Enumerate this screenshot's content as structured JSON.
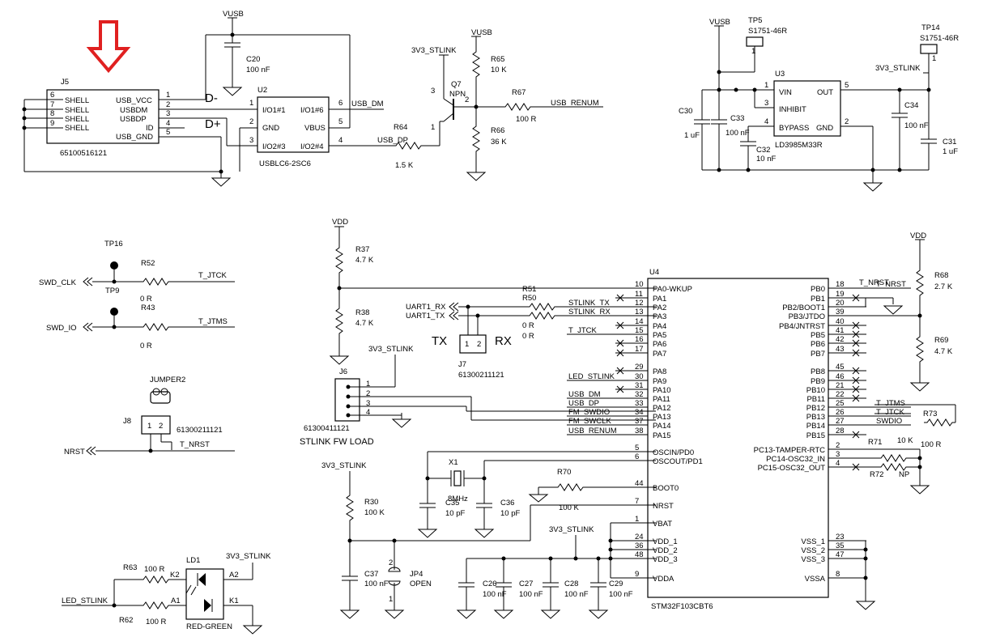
{
  "power": {
    "vusb": "VUSB",
    "vdd": "VDD",
    "v3v3": "3V3_STLINK"
  },
  "j5": {
    "ref": "J5",
    "part": "65100516121",
    "left_pins": [
      {
        "num": "6",
        "name": "SHELL"
      },
      {
        "num": "7",
        "name": "SHELL"
      },
      {
        "num": "8",
        "name": "SHELL"
      },
      {
        "num": "9",
        "name": "SHELL"
      }
    ],
    "right_pins": [
      {
        "num": "1",
        "name": "USB_VCC"
      },
      {
        "num": "2",
        "name": "USBDM"
      },
      {
        "num": "3",
        "name": "USBDP"
      },
      {
        "num": "4",
        "name": "ID"
      },
      {
        "num": "5",
        "name": "USB_GND"
      }
    ],
    "d_minus": "D-",
    "d_plus": "D+"
  },
  "u2": {
    "ref": "U2",
    "part": "USBLC6-2SC6",
    "pins": [
      {
        "num": "1",
        "name": "I/O1#1"
      },
      {
        "num": "2",
        "name": "GND"
      },
      {
        "num": "3",
        "name": "I/O2#3"
      },
      {
        "num": "6",
        "name": "I/O1#6"
      },
      {
        "num": "5",
        "name": "VBUS"
      },
      {
        "num": "4",
        "name": "I/O2#4"
      }
    ]
  },
  "c20": {
    "ref": "C20",
    "value": "100 nF"
  },
  "nets": {
    "usb_dm": "USB_DM",
    "usb_dp": "USB_DP",
    "usb_renum": "USB_RENUM",
    "t_nrst": "T_NRST",
    "t_jtck": "T_JTCK",
    "t_jtms": "T_JTMS",
    "swclk": "SWD_CLK",
    "swio": "SWD_IO",
    "nrst": "NRST",
    "led": "LED_STLINK",
    "uart_rx": "UART1_RX",
    "uart_tx": "UART1_TX"
  },
  "r64": {
    "ref": "R64",
    "value": "1.5 K"
  },
  "q7": {
    "ref": "Q7",
    "type": "NPN",
    "pins": [
      "3",
      "1",
      "2"
    ]
  },
  "r65": {
    "ref": "R65",
    "value": "10 K"
  },
  "r66": {
    "ref": "R66",
    "value": "36 K"
  },
  "r67": {
    "ref": "R67",
    "value": "100 R"
  },
  "tp5": {
    "ref": "TP5",
    "part": "S1751-46R",
    "pin": "1"
  },
  "tp14": {
    "ref": "TP14",
    "part": "S1751-46R",
    "pin": "1"
  },
  "u3": {
    "ref": "U3",
    "part": "LD3985M33R",
    "pins": [
      {
        "num": "1",
        "name": "VIN"
      },
      {
        "num": "3",
        "name": "INHIBIT"
      },
      {
        "num": "4",
        "name": "BYPASS"
      },
      {
        "num": "5",
        "name": "OUT"
      },
      {
        "num": "2",
        "name": "GND"
      }
    ]
  },
  "c30": {
    "ref": "C30",
    "value": "1 uF"
  },
  "c33": {
    "ref": "C33",
    "value": "100 nF"
  },
  "c32": {
    "ref": "C32",
    "value": "10 nF"
  },
  "c34": {
    "ref": "C34",
    "value": "100 nF"
  },
  "c31": {
    "ref": "C31",
    "value": "1 uF"
  },
  "tp16": {
    "ref": "TP16"
  },
  "tp9": {
    "ref": "TP9"
  },
  "r52": {
    "ref": "R52",
    "value": "0 R"
  },
  "r43": {
    "ref": "R43",
    "value": "0 R"
  },
  "jumper2": {
    "ref": "JUMPER2"
  },
  "j8": {
    "ref": "J8",
    "part": "61300211121",
    "pins": [
      "1",
      "2"
    ]
  },
  "r37": {
    "ref": "R37",
    "value": "4.7 K"
  },
  "r38": {
    "ref": "R38",
    "value": "4.7 K"
  },
  "r51": {
    "ref": "R51",
    "value": "0 R"
  },
  "r50": {
    "ref": "R50",
    "value": "0 R"
  },
  "tx": "TX",
  "rx": "RX",
  "j7": {
    "ref": "J7",
    "part": "61300211121",
    "pins": [
      "1",
      "2"
    ]
  },
  "j6": {
    "ref": "J6",
    "part": "61300411121",
    "caption": "STLINK FW LOAD",
    "pins": [
      "1",
      "2",
      "3",
      "4"
    ]
  },
  "x1": {
    "ref": "X1",
    "value": "8MHz"
  },
  "c35": {
    "ref": "C35",
    "value": "10 pF"
  },
  "c36": {
    "ref": "C36",
    "value": "10 pF"
  },
  "r70": {
    "ref": "R70",
    "value": "100 K"
  },
  "r30": {
    "ref": "R30",
    "value": "100 K"
  },
  "c37": {
    "ref": "C37",
    "value": "100 nF"
  },
  "jp4": {
    "ref": "JP4",
    "value": "OPEN",
    "pins": [
      "2",
      "1"
    ]
  },
  "c26": {
    "ref": "C26",
    "value": "100 nF"
  },
  "c27": {
    "ref": "C27",
    "value": "100 nF"
  },
  "c28": {
    "ref": "C28",
    "value": "100 nF"
  },
  "c29": {
    "ref": "C29",
    "value": "100 nF"
  },
  "ld1": {
    "ref": "LD1",
    "part": "RED-GREEN",
    "pins": [
      "K2",
      "A2",
      "A1",
      "K1"
    ]
  },
  "r63": {
    "ref": "R63",
    "value": "100 R"
  },
  "r62": {
    "ref": "R62",
    "value": "100 R"
  },
  "r68": {
    "ref": "R68",
    "value": "2.7 K"
  },
  "r69": {
    "ref": "R69",
    "value": "4.7 K"
  },
  "r73": {
    "ref": "R73"
  },
  "r71": {
    "ref": "R71",
    "value": "10 K"
  },
  "r72": {
    "ref": "R72",
    "value": "NP",
    "value2": "100 R"
  },
  "u4": {
    "ref": "U4",
    "part": "STM32F103CBT6",
    "left_pins": [
      {
        "num": "10",
        "name": "PA0-WKUP",
        "net": ""
      },
      {
        "num": "11",
        "name": "PA1",
        "net": ""
      },
      {
        "num": "12",
        "name": "PA2",
        "net": "STLINK_TX"
      },
      {
        "num": "13",
        "name": "PA3",
        "net": "STLINK_RX"
      },
      {
        "num": "14",
        "name": "PA4",
        "net": ""
      },
      {
        "num": "15",
        "name": "PA5",
        "net": "T_JTCK"
      },
      {
        "num": "16",
        "name": "PA6",
        "net": ""
      },
      {
        "num": "17",
        "name": "PA7",
        "net": ""
      },
      {
        "num": "29",
        "name": "PA8",
        "net": ""
      },
      {
        "num": "30",
        "name": "PA9",
        "net": "LED_STLINK"
      },
      {
        "num": "31",
        "name": "PA10",
        "net": ""
      },
      {
        "num": "32",
        "name": "PA11",
        "net": "USB_DM"
      },
      {
        "num": "33",
        "name": "PA12",
        "net": "USB_DP"
      },
      {
        "num": "34",
        "name": "PA13",
        "net": "FM_SWDIO"
      },
      {
        "num": "37",
        "name": "PA14",
        "net": "FM_SWCLK"
      },
      {
        "num": "38",
        "name": "PA15",
        "net": "USB_RENUM"
      },
      {
        "num": "5",
        "name": "OSCIN/PD0",
        "net": ""
      },
      {
        "num": "6",
        "name": "OSCOUT/PD1",
        "net": ""
      },
      {
        "num": "44",
        "name": "BOOT0",
        "net": ""
      },
      {
        "num": "7",
        "name": "NRST",
        "net": ""
      },
      {
        "num": "1",
        "name": "VBAT",
        "net": ""
      },
      {
        "num": "24",
        "name": "VDD_1",
        "net": ""
      },
      {
        "num": "36",
        "name": "VDD_2",
        "net": ""
      },
      {
        "num": "48",
        "name": "VDD_3",
        "net": ""
      },
      {
        "num": "9",
        "name": "VDDA",
        "net": ""
      }
    ],
    "right_pins": [
      {
        "num": "18",
        "name": "PB0",
        "net": "T_NRST"
      },
      {
        "num": "19",
        "name": "PB1",
        "net": ""
      },
      {
        "num": "20",
        "name": "PB2/BOOT1",
        "net": ""
      },
      {
        "num": "39",
        "name": "PB3/JTDO",
        "net": ""
      },
      {
        "num": "40",
        "name": "PB4/JNTRST",
        "net": ""
      },
      {
        "num": "41",
        "name": "PB5",
        "net": ""
      },
      {
        "num": "42",
        "name": "PB6",
        "net": ""
      },
      {
        "num": "43",
        "name": "PB7",
        "net": ""
      },
      {
        "num": "45",
        "name": "PB8",
        "net": ""
      },
      {
        "num": "46",
        "name": "PB9",
        "net": ""
      },
      {
        "num": "21",
        "name": "PB10",
        "net": ""
      },
      {
        "num": "22",
        "name": "PB11",
        "net": ""
      },
      {
        "num": "25",
        "name": "PB12",
        "net": "T_JTMS"
      },
      {
        "num": "26",
        "name": "PB13",
        "net": "T_JTCK"
      },
      {
        "num": "27",
        "name": "PB14",
        "net": "SWDIO"
      },
      {
        "num": "28",
        "name": "PB15",
        "net": ""
      },
      {
        "num": "2",
        "name": "PC13-TAMPER-RTC",
        "net": ""
      },
      {
        "num": "3",
        "name": "PC14-OSC32_IN",
        "net": ""
      },
      {
        "num": "4",
        "name": "PC15-OSC32_OUT",
        "net": ""
      },
      {
        "num": "23",
        "name": "VSS_1",
        "net": ""
      },
      {
        "num": "35",
        "name": "VSS_2",
        "net": ""
      },
      {
        "num": "47",
        "name": "VSS_3",
        "net": ""
      },
      {
        "num": "8",
        "name": "VSSA",
        "net": ""
      }
    ]
  }
}
